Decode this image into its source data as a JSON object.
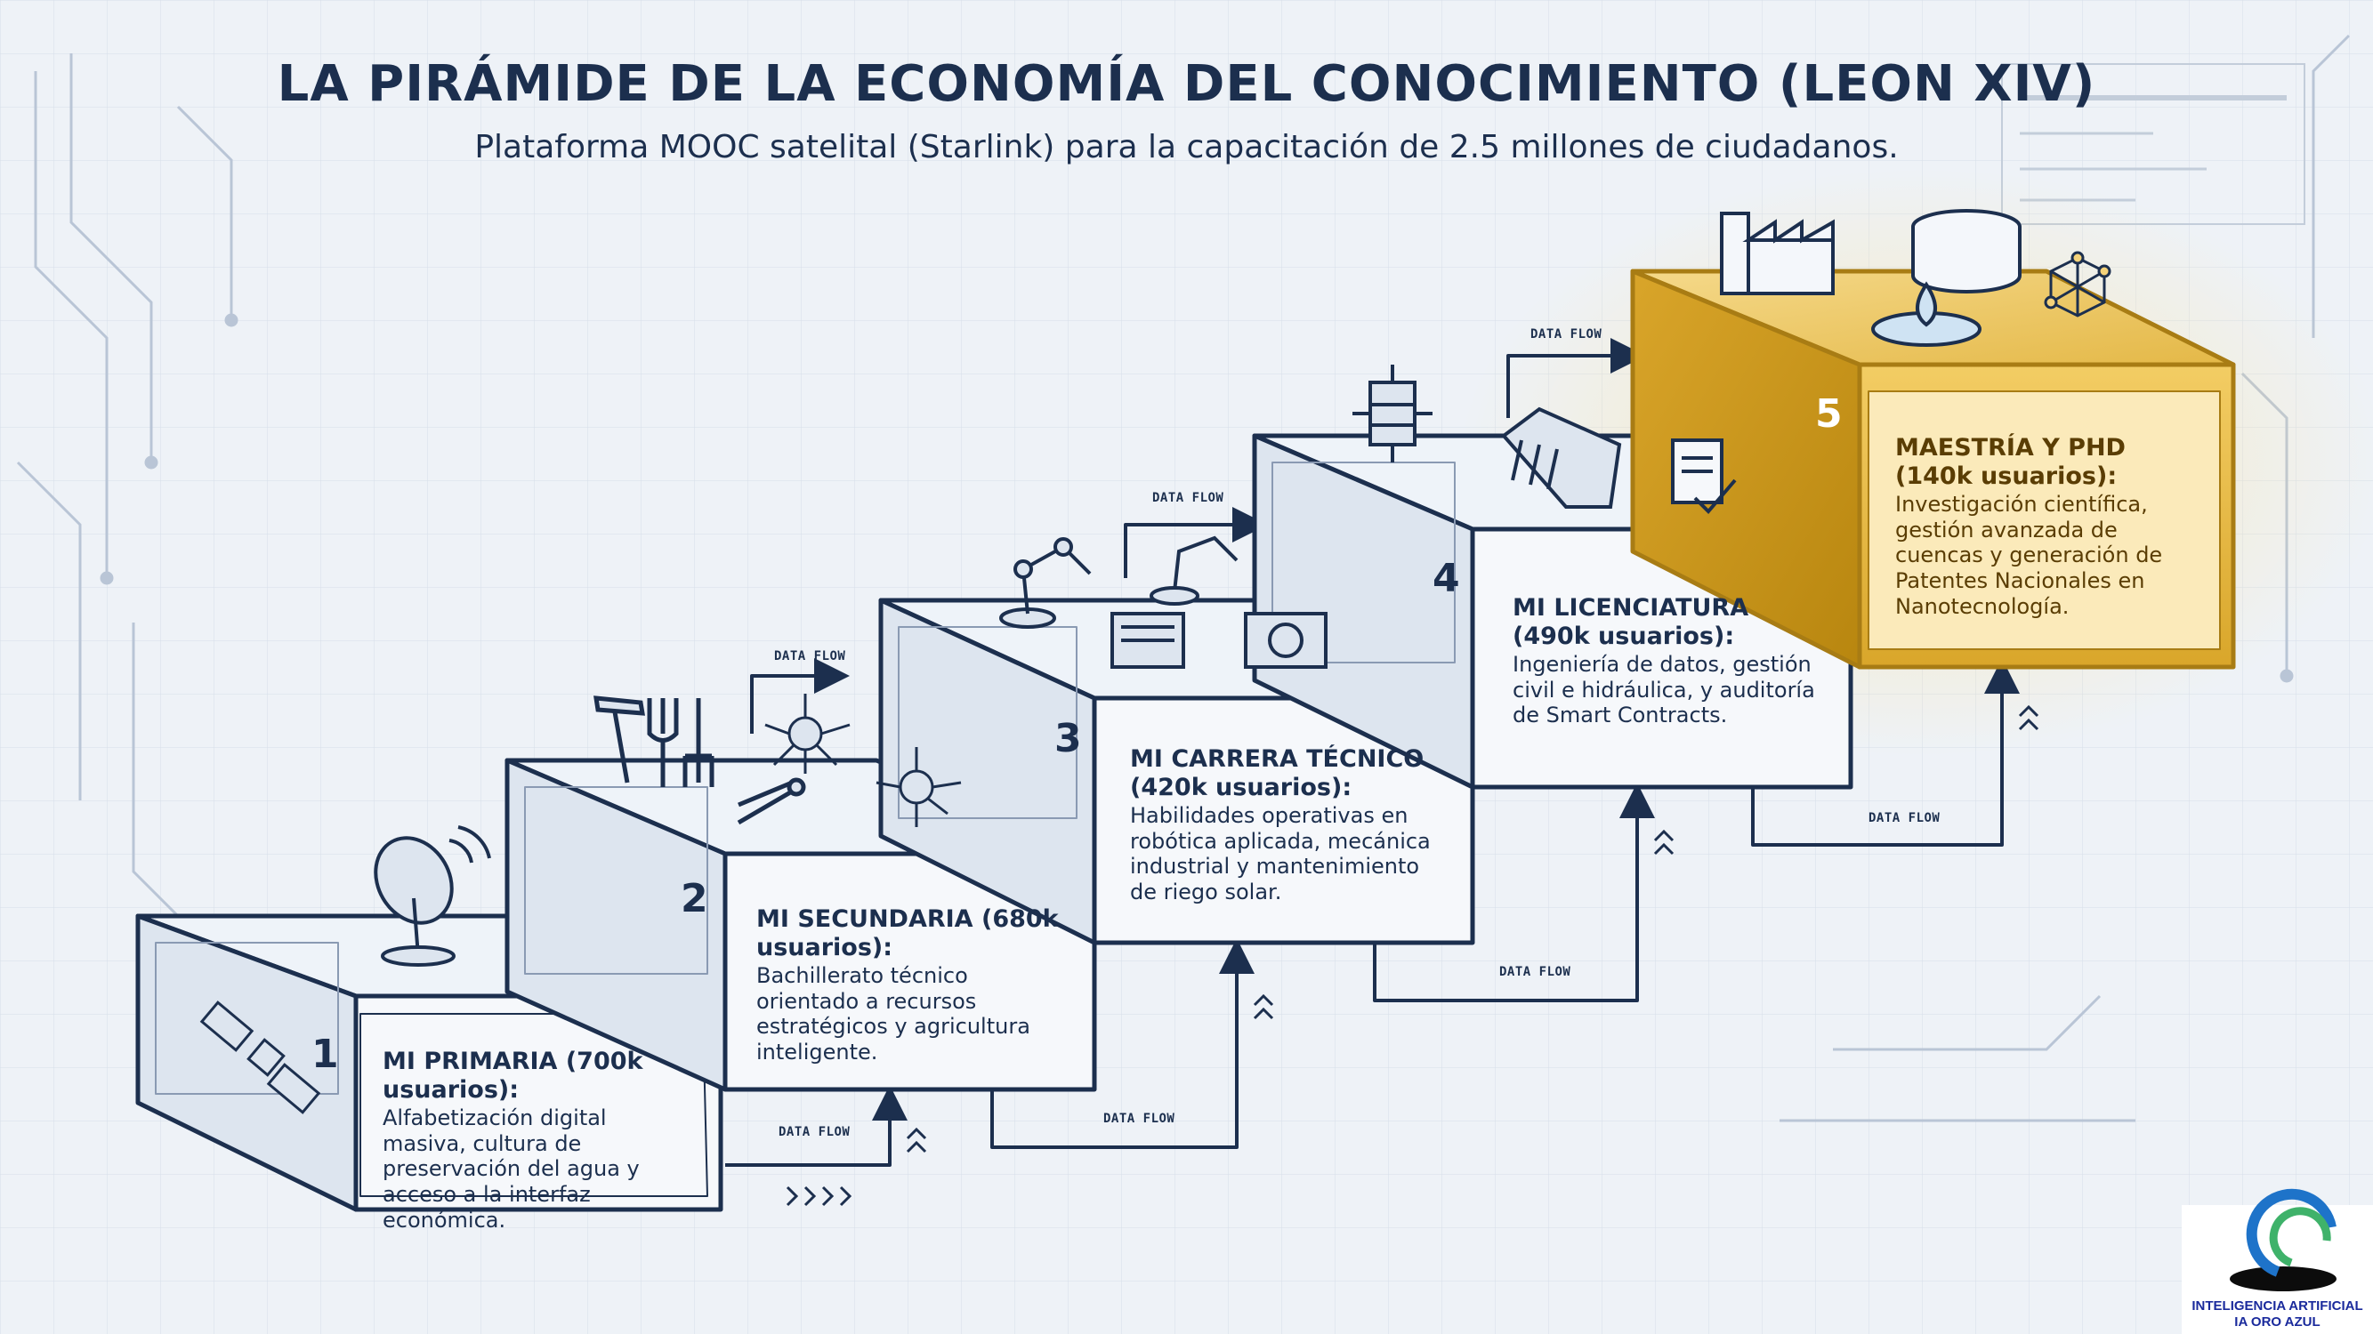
{
  "title": "LA PIRÁMIDE DE LA ECONOMÍA DEL CONOCIMIENTO (LEON XIV)",
  "subtitle": "Plataforma MOOC satelital (Starlink) para la capacitación de 2.5 millones de ciudadanos.",
  "flow_label": "DATA FLOW",
  "tiers": [
    {
      "number": "1",
      "heading": "MI PRIMARIA (700k usuarios):",
      "body": "Alfabetización digital masiva, cultura de preservación del agua y acceso a la interfaz económica.",
      "icons": [
        "satellite-dish-icon",
        "satellite-icon"
      ]
    },
    {
      "number": "2",
      "heading": "MI SECUNDARIA (680k usuarios):",
      "body": "Bachillerato técnico orientado a recursos estratégicos y agricultura inteligente.",
      "icons": [
        "hammer-icon",
        "fork-icon",
        "pitchfork-icon",
        "pliers-icon",
        "network-node-icon"
      ]
    },
    {
      "number": "3",
      "heading": "MI CARRERA TÉCNICO",
      "subheading": "(420k usuarios):",
      "body": "Habilidades operativas en robótica aplicada, mecánica industrial y mantenimiento de riego solar.",
      "icons": [
        "robot-arm-icon",
        "machine-icon",
        "motor-icon"
      ]
    },
    {
      "number": "4",
      "heading": "MI LICENCIATURA",
      "subheading": "(490k usuarios):",
      "body": "Ingeniería de datos, gestión civil e hidráulica, y auditoría de Smart Contracts.",
      "icons": [
        "data-cube-icon",
        "dam-icon",
        "contract-icon"
      ]
    },
    {
      "number": "5",
      "heading": "MAESTRÍA Y PHD",
      "subheading": "(140k usuarios):",
      "body": "Investigación científica, gestión avanzada de cuencas y generación de Patentes Nacionales en Nanotecnología.",
      "icons": [
        "factory-icon",
        "water-tank-icon",
        "water-drop-icon",
        "nano-structure-icon"
      ]
    }
  ],
  "logo": {
    "line1": "INTELIGENCIA ARTIFICIAL",
    "line2": "IA ORO AZUL"
  },
  "colors": {
    "navy": "#1c2f4e",
    "panel": "#f4f7fb",
    "gold": "#e2b43a",
    "background": "#eef2f7"
  }
}
